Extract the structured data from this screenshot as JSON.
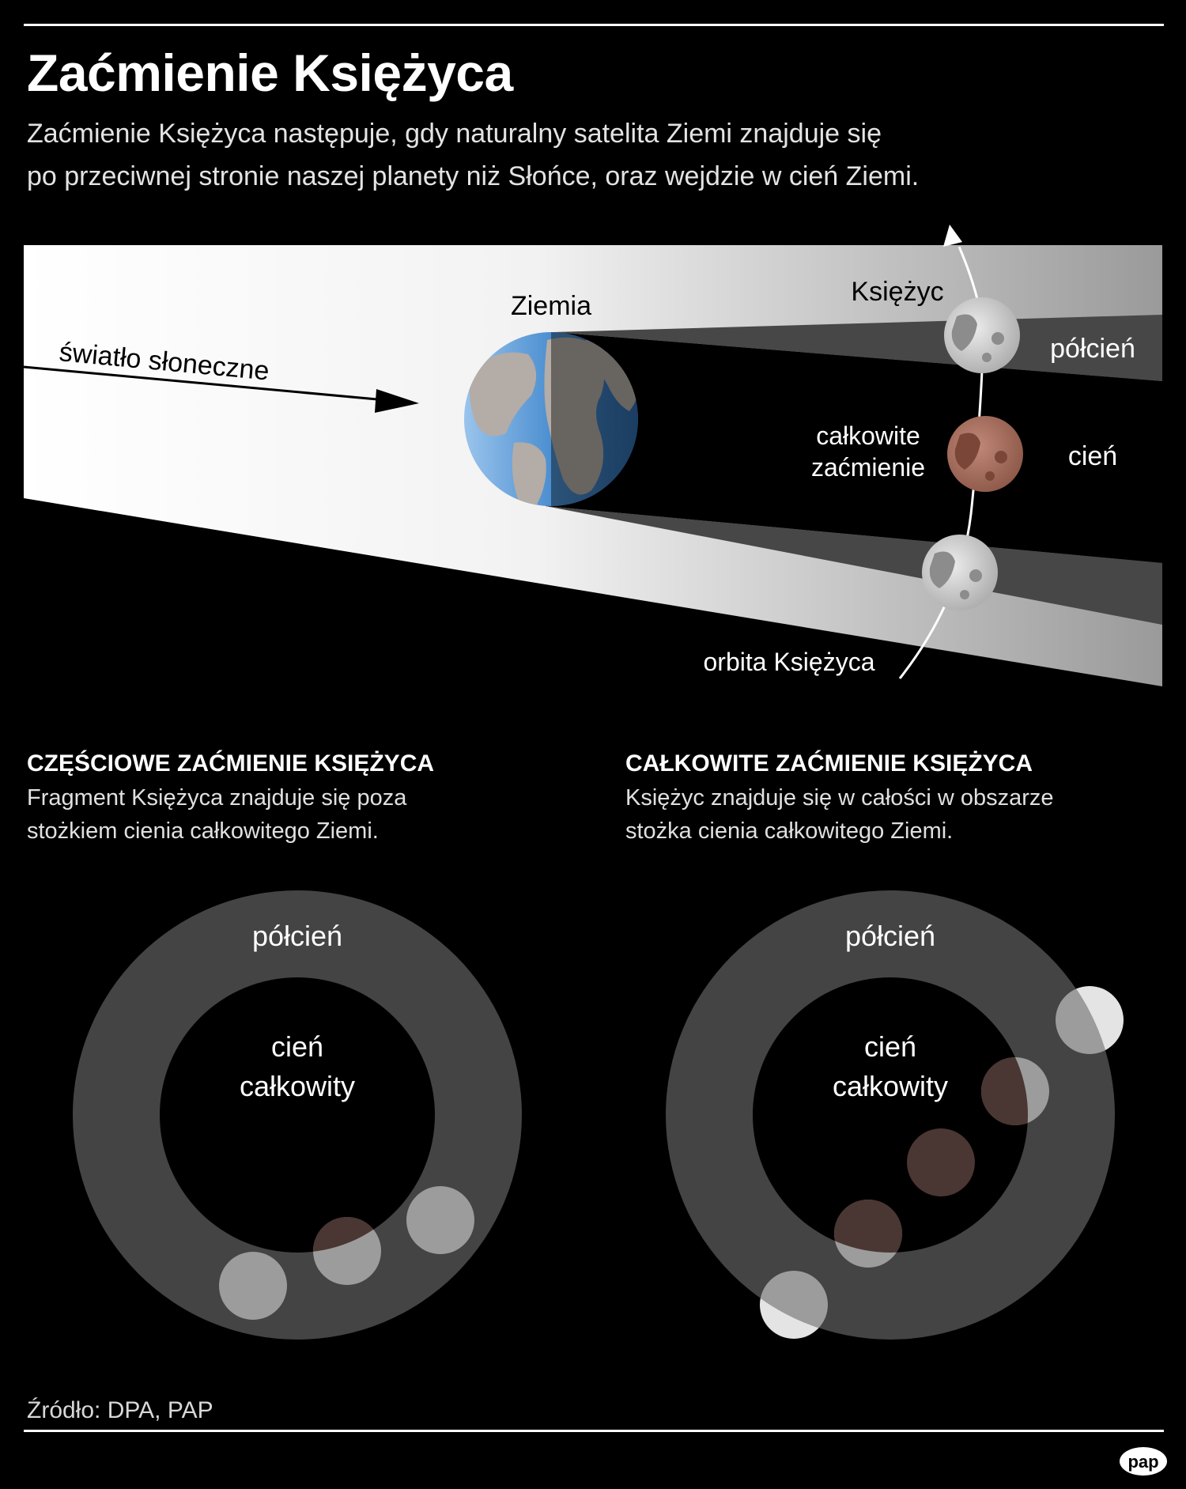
{
  "title": "Zaćmienie Księżyca",
  "lead": [
    "Zaćmienie Księżyca następuje, gdy naturalny satelita Ziemi znajduje się",
    "po przeciwnej stronie naszej planety niż Słońce, oraz wejdzie w cień Ziemi."
  ],
  "diagram": {
    "sunlight": "światło słoneczne",
    "earth": "Ziemia",
    "moon": "Księżyc",
    "penumbra": "półcień",
    "umbra": "cień",
    "total_line1": "całkowite",
    "total_line2": "zaćmienie",
    "orbit": "orbita Księżyca"
  },
  "partial": {
    "heading": "CZĘŚCIOWE ZAĆMIENIE KSIĘŻYCA",
    "text": [
      "Fragment Księżyca znajduje się poza",
      "stożkiem cienia całkowitego Ziemi."
    ],
    "penumbra": "półcień",
    "umbra_line1": "cień",
    "umbra_line2": "całkowity"
  },
  "total": {
    "heading": "CAŁKOWITE ZAĆMIENIE KSIĘŻYCA",
    "text": [
      "Księżyc znajduje się w całości w obszarze",
      "stożka cienia całkowitego Ziemi."
    ],
    "penumbra": "półcień",
    "umbra_line1": "cień",
    "umbra_line2": "całkowity"
  },
  "source": "Źródło: DPA, PAP",
  "logo": "pap",
  "colors": {
    "background": "#000000",
    "penumbra": "#444444",
    "moon": "#9c9c9c",
    "eclipsed_moon": "#4a3632",
    "earth_ocean": "#4c8fd0",
    "blood_moon": "#a86c5c"
  }
}
